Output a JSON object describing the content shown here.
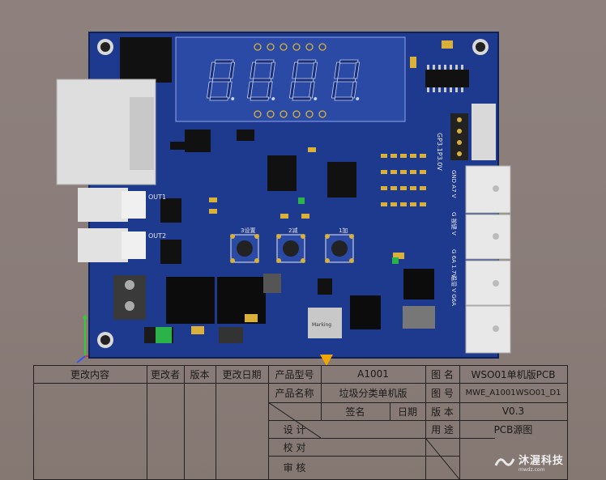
{
  "display": {
    "digits": [
      "8",
      "8",
      "8",
      "8"
    ]
  },
  "labels": {
    "out1": "OUT1",
    "out2": "OUT2",
    "gpio_header": "GP3.1P3.0V",
    "connector1": "GND A7 V",
    "connector2": "G 按键 V",
    "connector3": "G 6A 1.7V",
    "connector4": "温湿 V G6A",
    "button1": "3设置",
    "button2": "2减",
    "button3": "1加",
    "ic_marking": "Marking"
  },
  "title_block": {
    "header_change_content": "更改内容",
    "header_changer": "更改者",
    "header_version": "版本",
    "header_date": "更改日期",
    "label_model": "产品型号",
    "model_value": "A1001",
    "label_drawing_name": "图 名",
    "drawing_name_value": "WSO01单机版PCB",
    "label_product_name": "产品名称",
    "product_name_value": "垃圾分类单机版",
    "label_drawing_no": "图 号",
    "drawing_no_value": "MWE_A1001WSO01_D1",
    "label_sign": "签名",
    "label_date": "日期",
    "label_edition": "版 本",
    "edition_value": "V0.3",
    "label_design": "设 计",
    "label_usage": "用 途",
    "usage_value": "PCB源图",
    "label_proofread": "校 对",
    "label_review": "审 核",
    "company_name": "沐渥科技",
    "company_url": "mwdz.com"
  },
  "colors": {
    "pcb": "#1d3a8f",
    "pcb_dark": "#16307a",
    "silk": "#e8e8e8",
    "display_segment": "#1a2f78",
    "pad": "#d9b13a"
  }
}
